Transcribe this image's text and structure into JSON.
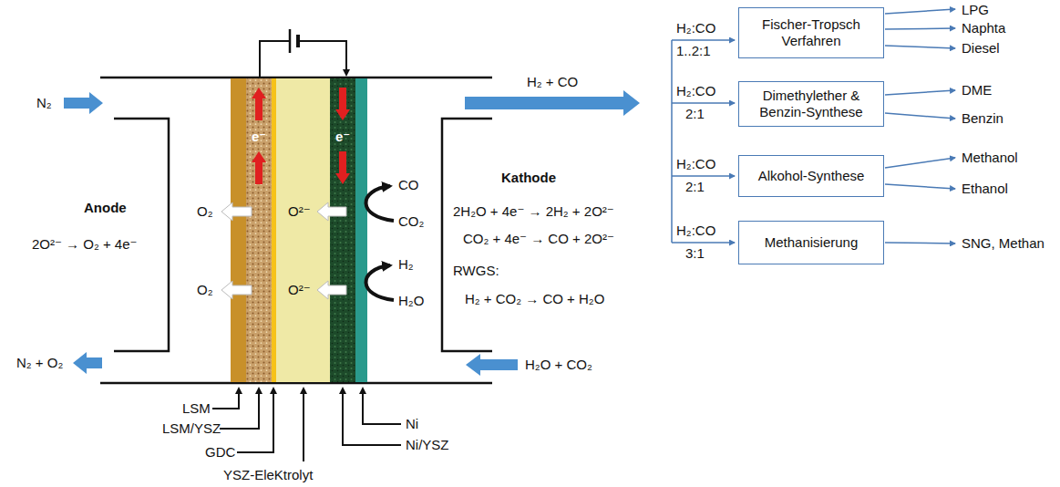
{
  "diagram": {
    "nodes": [
      {
        "text": [
          "Fischer-Tropsch Verfahren"
        ]
      },
      {
        "text": [
          "Dimethylether & Benzin-Synthese"
        ]
      },
      {
        "text": [
          "Alkohol-Synthese"
        ]
      },
      {
        "text": [
          "Methanisierung"
        ]
      }
    ],
    "labels": [
      "N₂",
      "Anode",
      "2O²⁻ → O₂ + 4e⁻",
      "O₂",
      "O₂",
      "e⁻",
      "e⁻",
      "O²⁻",
      "O²⁻",
      "CO",
      "CO₂",
      "H₂",
      "H₂O",
      "Kathode",
      "2H₂O + 4e⁻ → 2H₂ + 2O²⁻",
      "CO₂ + 4e⁻ → CO + 2O²⁻",
      "RWGS:",
      "H₂ + CO₂ → CO + H₂O",
      "H₂ + CO",
      "N₂ + O₂",
      "H₂O + CO₂",
      "LSM",
      "LSM/YSZ",
      "GDC",
      "YSZ-EleKtrolyt",
      "Ni",
      "Ni/YSZ",
      "H₂:CO",
      "1..2:1",
      "H₂:CO",
      "2:1",
      "H₂:CO",
      "2:1",
      "H₂:CO",
      "3:1",
      "LPG",
      "Naphta",
      "Diesel",
      "DME",
      "Benzin",
      "Methanol",
      "Ethanol",
      "SNG, Methan"
    ]
  }
}
